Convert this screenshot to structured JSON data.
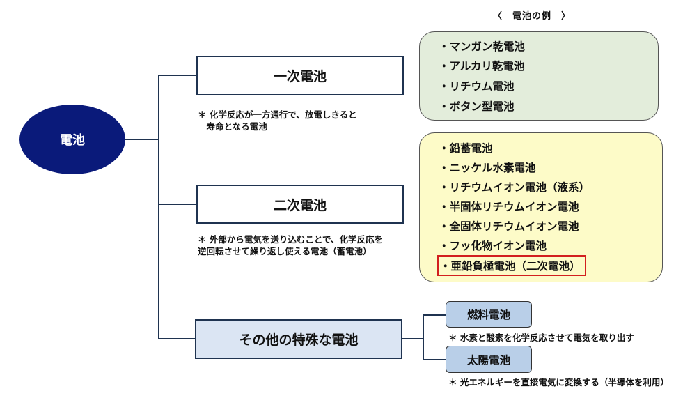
{
  "root": {
    "label": "電池"
  },
  "examples_header": "〈　電池の例　〉",
  "categories": [
    {
      "label": "一次電池",
      "note": "＊ 化学反応が一方通行で、放電しきると\n　寿命となる電池"
    },
    {
      "label": "二次電池",
      "note": "＊ 外部から電気を送り込むことで、化学反応を\n逆回転させて繰り返し使える電池（蓄電池）"
    },
    {
      "label": "その他の特殊な電池"
    }
  ],
  "primary_examples": [
    "・マンガン乾電池",
    "・アルカリ乾電池",
    "・リチウム電池",
    "・ボタン型電池"
  ],
  "secondary_examples": [
    "・鉛蓄電池",
    "・ニッケル水素電池",
    "・リチウムイオン電池（液系）",
    "・半固体リチウムイオン電池",
    "・全固体リチウムイオン電池",
    "・フッ化物イオン電池",
    "・亜鉛負極電池（二次電池）"
  ],
  "special_examples": [
    {
      "label": "燃料電池",
      "note": "＊ 水素と酸素を化学反応させて電気を取り出す"
    },
    {
      "label": "太陽電池",
      "note": "＊ 光エネルギーを直接電気に変換する（半導体を利用）"
    }
  ],
  "colors": {
    "root_fill": "#0a1a7a",
    "primary_group_fill": "#e3eddb",
    "secondary_group_fill": "#fdfbc8",
    "special_box_fill": "#dbe5f3",
    "small_box_fill": "#b9cfe8",
    "highlight_border": "#d21f1f",
    "connector": "#1f3350"
  }
}
